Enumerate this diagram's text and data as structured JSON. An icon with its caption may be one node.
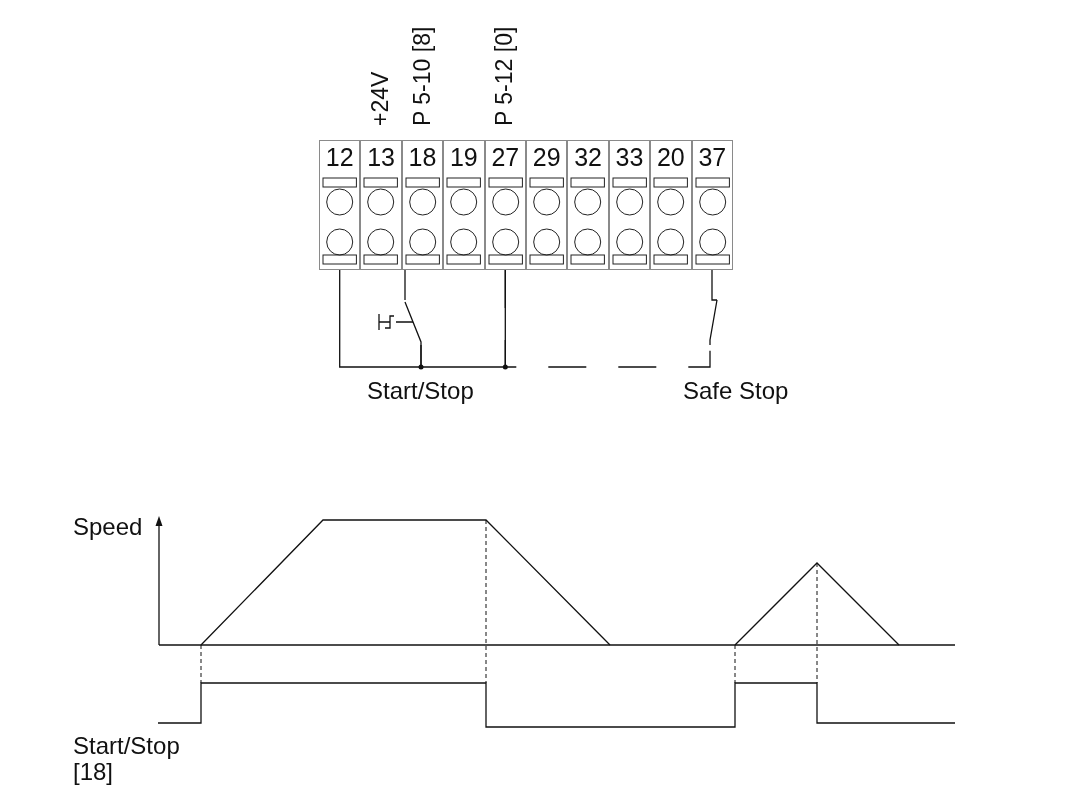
{
  "diagram": {
    "nodes": [
      {
        "text": [
          "12"
        ]
      },
      {
        "text": [
          "13"
        ],
        "beside": [
          "+24V"
        ]
      },
      {
        "text": [
          "18"
        ],
        "beside": [
          "P 5-10 [8]"
        ]
      },
      {
        "text": [
          "19"
        ]
      },
      {
        "text": [
          "27"
        ],
        "beside": [
          "P 5-12 [0]"
        ]
      },
      {
        "text": [
          "29"
        ]
      },
      {
        "text": [
          "32"
        ]
      },
      {
        "text": [
          "33"
        ]
      },
      {
        "text": [
          "20"
        ]
      },
      {
        "text": [
          "37"
        ]
      },
      {
        "text": [],
        "shape": "switch"
      },
      {
        "text": [],
        "shape": "switch"
      }
    ],
    "edges": [
      {
        "from": 0,
        "to": 10,
        "arrow": "none"
      },
      {
        "from": 10,
        "to": 2,
        "arrow": "none"
      },
      {
        "from": 4,
        "to": 10,
        "arrow": "none"
      },
      {
        "from": 4,
        "to": 11,
        "arrow": "none",
        "style": "dashed"
      },
      {
        "from": 11,
        "to": 9,
        "arrow": "none"
      }
    ],
    "labels": [
      "Start/Stop",
      "Safe Stop",
      "Speed",
      "Start/Stop [18]"
    ]
  }
}
